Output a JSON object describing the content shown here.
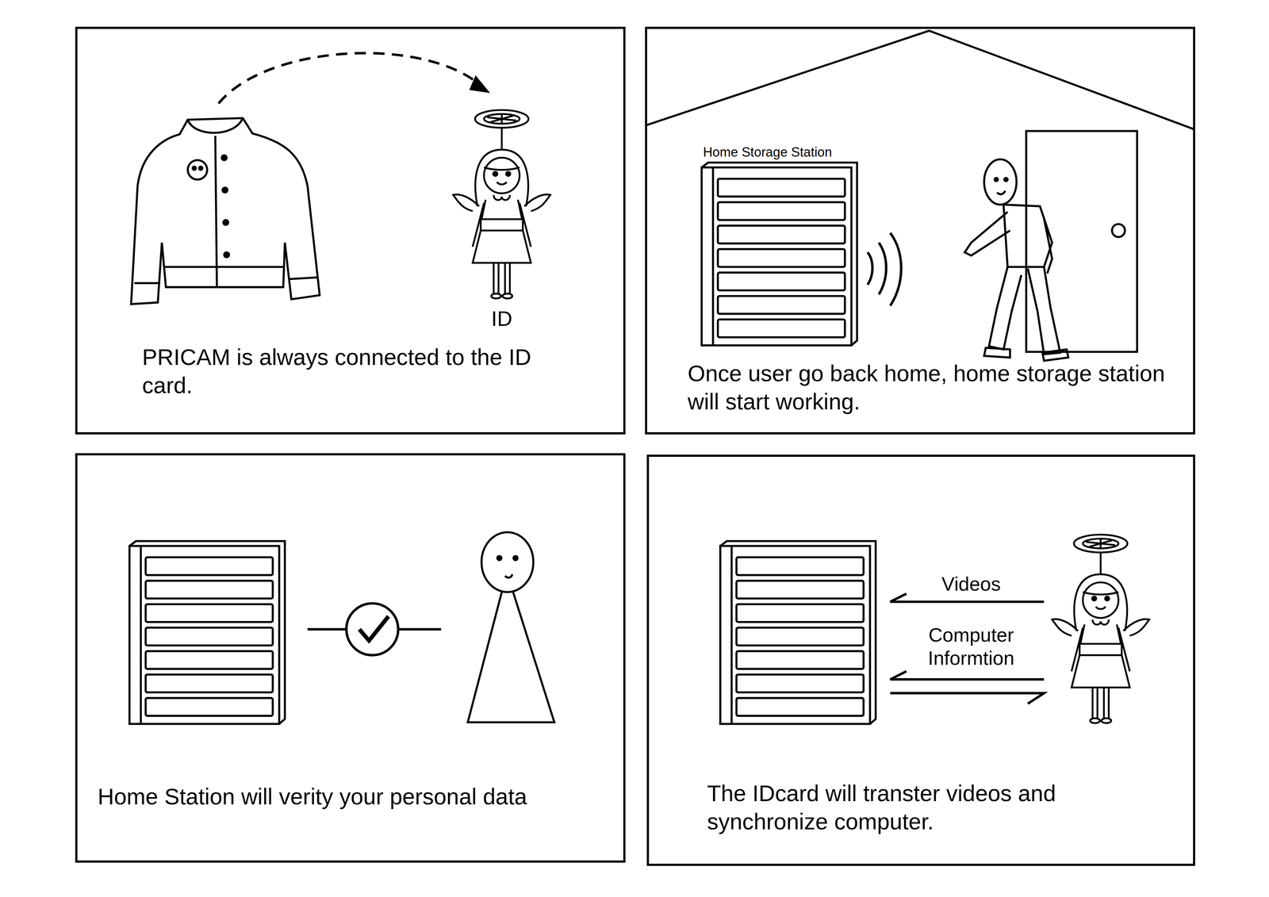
{
  "diagram": {
    "nodes": [
      {
        "text": [
          "PRICAM is always connected to the ID card."
        ]
      },
      {
        "text": [
          "Once user go back home, home storage station will start working."
        ]
      },
      {
        "text": [
          "Home Storage Station"
        ],
        "in": 1
      },
      {
        "text": [
          "Home Station will verity your personal data"
        ]
      },
      {
        "text": [
          "The IDcard will transter videos and synchronize computer."
        ]
      }
    ],
    "labels": [
      "ID",
      "Videos",
      "Computer Informtion"
    ]
  }
}
